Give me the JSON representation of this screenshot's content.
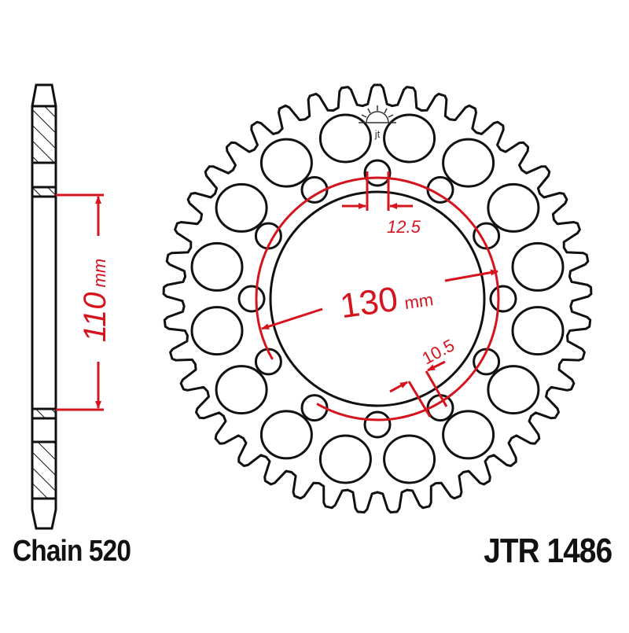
{
  "labels": {
    "chain": "Chain 520",
    "part_number": "JTR 1486"
  },
  "dimensions": {
    "side_width": "110",
    "side_width_unit": "mm",
    "pcd": "130",
    "pcd_unit": "mm",
    "center_bore_slot": "12.5",
    "bolt_hole": "10.5"
  },
  "sprocket": {
    "teeth": 41,
    "lightening_holes": 16,
    "bolt_holes": 12
  },
  "colors": {
    "line": "#111111",
    "dimension": "#d6141e"
  },
  "logo": {
    "icon": "sun-logo-icon",
    "text": "jt"
  }
}
